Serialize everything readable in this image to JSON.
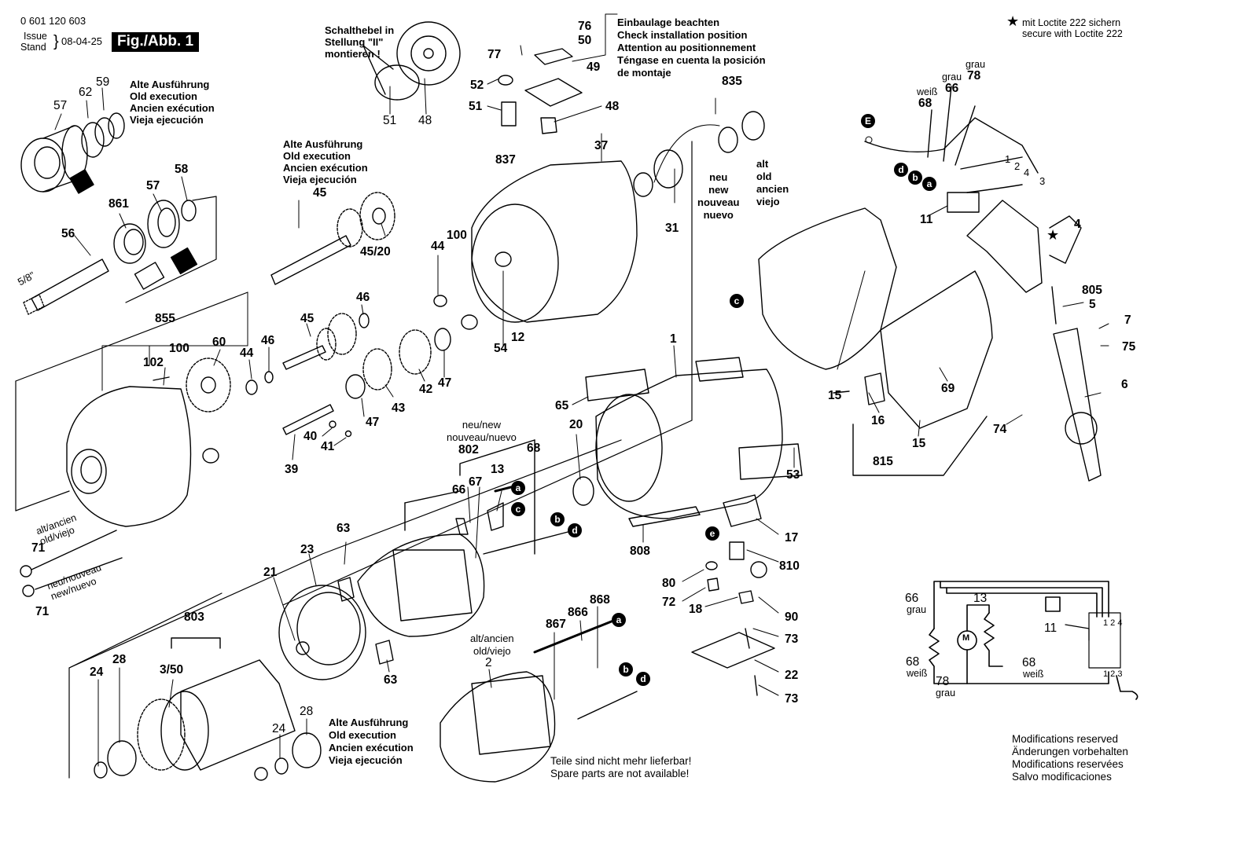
{
  "header": {
    "part_number": "0 601 120 603",
    "issue_label": "Issue",
    "stand_label": "Stand",
    "date": "08-04-25",
    "figure": "Fig./Abb. 1"
  },
  "notes": {
    "switch_lever": [
      "Schalthebel in",
      "Stellung \"II\"",
      "montieren !"
    ],
    "install_position": [
      "Einbaulage beachten",
      "Check installation position",
      "Attention au positionnement",
      "Téngase en cuenta la posición",
      "de montaje"
    ],
    "loctite": [
      "mit Loctite 222 sichern",
      "secure with Loctite 222"
    ],
    "old_execution_1": [
      "Alte Ausführung",
      "Old execution",
      "Ancien exécution",
      "Vieja ejecución"
    ],
    "old_execution_2": [
      "Alte Ausführung",
      "Old execution",
      "Ancien exécution",
      "Vieja ejecución"
    ],
    "old_execution_3": [
      "Alte Ausführung",
      "Old execution",
      "Ancien exécution",
      "Vieja ejecución"
    ],
    "neu_new": [
      "neu/new",
      "nouveau/nuevo"
    ],
    "alt_ancien_2": [
      "alt/ancien",
      "old/viejo"
    ],
    "alt_ancien_71": [
      "alt/ancien",
      "old/viejo"
    ],
    "neu_nouveau_71": [
      "neu/nouveau",
      "new/nuevo"
    ],
    "neu_new_nouveau": [
      "neu",
      "new",
      "nouveau",
      "nuevo"
    ],
    "alt_old_ancien": [
      "alt",
      "old",
      "ancien",
      "viejo"
    ],
    "not_available": [
      "Teile sind nicht mehr lieferbar!",
      "Spare parts are not available!"
    ],
    "modifications": [
      "Modifications reserved",
      "Änderungen vorbehalten",
      "Modifications reservées",
      "Salvo modificaciones"
    ]
  },
  "wire_colors": {
    "grau": "grau",
    "weiss": "weiß"
  },
  "parts": {
    "p76": "76",
    "p50": "50",
    "p77": "77",
    "p49": "49",
    "p52": "52",
    "p51": "51",
    "p48": "48",
    "p51b": "51",
    "p48b": "48",
    "p835": "835",
    "p837": "837",
    "p37": "37",
    "p31": "31",
    "p57": "57",
    "p62": "62",
    "p59": "59",
    "p58": "58",
    "p57b": "57",
    "p861": "861",
    "p56": "56",
    "p58_size": "5/8\"",
    "p45": "45",
    "p4520": "45/20",
    "p44": "44",
    "p100": "100",
    "p54": "54",
    "p12": "12",
    "p855": "855",
    "p100b": "100",
    "p102": "102",
    "p60": "60",
    "p44b": "44",
    "p46": "46",
    "p45b": "45",
    "p46b": "46",
    "p47": "47",
    "p42": "42",
    "p47b": "47",
    "p43": "43",
    "p40": "40",
    "p41": "41",
    "p39": "39",
    "p1": "1",
    "p65": "65",
    "p20": "20",
    "p53": "53",
    "p808": "808",
    "p17": "17",
    "p810": "810",
    "p80": "80",
    "p72": "72",
    "p18": "18",
    "p90": "90",
    "p73": "73",
    "p22": "22",
    "p73b": "73",
    "p802": "802",
    "p68": "68",
    "p66": "66",
    "p67": "67",
    "p13": "13",
    "p63": "63",
    "p23": "23",
    "p21": "21",
    "p63b": "63",
    "p71": "71",
    "p71b": "71",
    "p803": "803",
    "p350": "3/50",
    "p24": "24",
    "p28": "28",
    "p24b": "24",
    "p28b": "28",
    "p2": "2",
    "p867": "867",
    "p866": "866",
    "p868": "868",
    "p78": "78",
    "p66w": "66",
    "p68w": "68",
    "p11": "11",
    "p4": "4",
    "p805": "805",
    "p5": "5",
    "p7": "7",
    "p75": "75",
    "p6": "6",
    "p15": "15",
    "p16": "16",
    "p15b": "15",
    "p815": "815",
    "p69": "69",
    "p74": "74",
    "s66": "66",
    "s13": "13",
    "s11": "11",
    "s68": "68",
    "s68b": "68",
    "s78": "78",
    "sM": "M",
    "s124": "1 2 4",
    "s123": "1 2 3",
    "wire1": "1",
    "wire2": "2",
    "wire4": "4",
    "wire3": "3"
  },
  "connectors": {
    "a": "a",
    "b": "b",
    "c": "c",
    "d": "d",
    "e": "e",
    "E": "E"
  },
  "colors": {
    "ink": "#000000",
    "paper": "#ffffff"
  }
}
